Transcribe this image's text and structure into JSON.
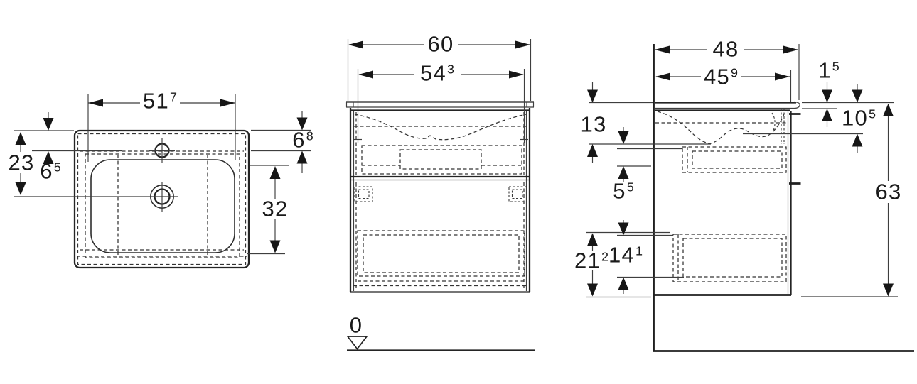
{
  "drawing": {
    "type": "technical-dimension-drawing",
    "subject": "wall-hung washbasin with vanity unit, three orthographic views",
    "datum_label": "0"
  },
  "views": {
    "top": {
      "label": "top view",
      "dims": {
        "inner_width": {
          "main": "51",
          "sup": "7"
        },
        "front_to_drain": {
          "main": "23",
          "sup": ""
        },
        "edge_to_tap": {
          "main": "6",
          "sup": "5"
        },
        "edge_to_bowl": {
          "main": "6",
          "sup": "8"
        },
        "bowl_width": {
          "main": "32",
          "sup": ""
        }
      }
    },
    "front": {
      "label": "front view",
      "dims": {
        "overall_width": {
          "main": "60",
          "sup": ""
        },
        "carcass_width": {
          "main": "54",
          "sup": "3"
        },
        "floor_datum": {
          "main": "0",
          "sup": ""
        }
      }
    },
    "side": {
      "label": "side view",
      "dims": {
        "overall_depth": {
          "main": "48",
          "sup": ""
        },
        "carcass_depth": {
          "main": "45",
          "sup": "9"
        },
        "worktop_thickness": {
          "main": "1",
          "sup": "5"
        },
        "basin_zone_height": {
          "main": "10",
          "sup": "5"
        },
        "top_recess_offset": {
          "main": "13",
          "sup": ""
        },
        "upper_recess_height": {
          "main": "5",
          "sup": "5"
        },
        "overall_height": {
          "main": "63",
          "sup": ""
        },
        "lower_zone_height": {
          "main": "21",
          "sup": "2"
        },
        "lower_recess_height": {
          "main": "14",
          "sup": "1"
        }
      }
    }
  },
  "colors": {
    "line": "#262626",
    "background": "#ffffff",
    "text": "#1a1a1a"
  }
}
